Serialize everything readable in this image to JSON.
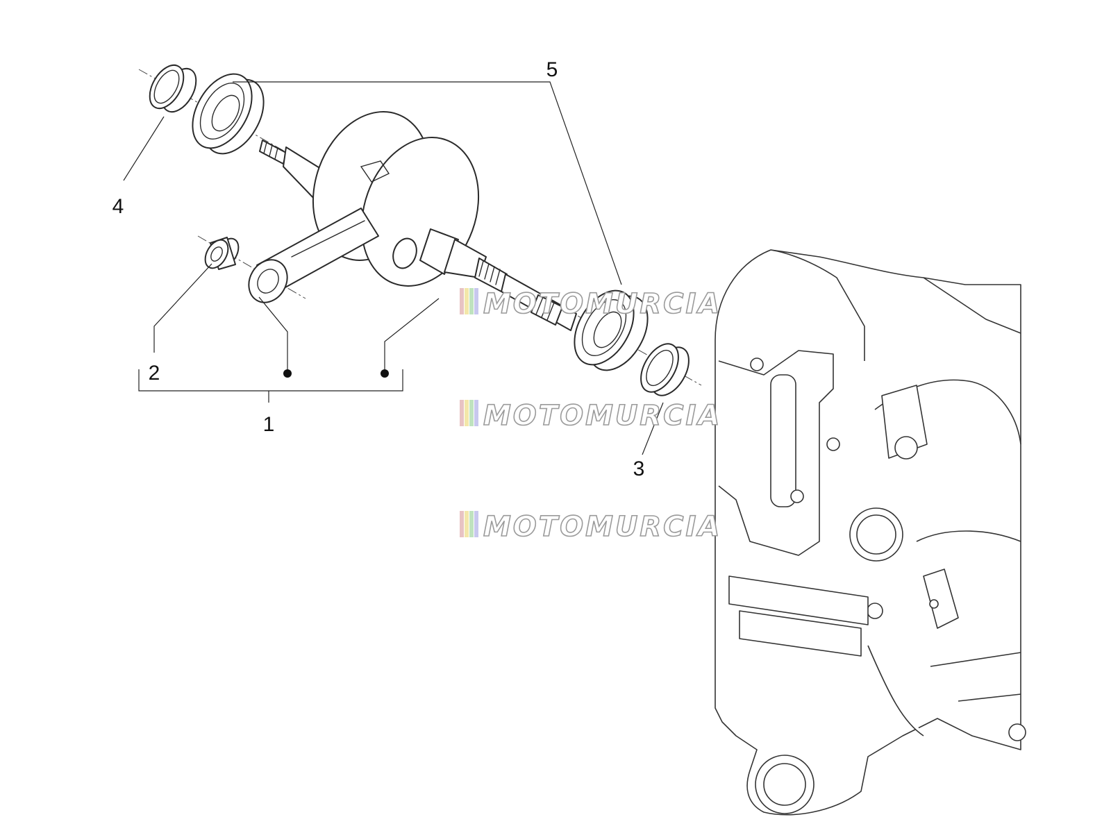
{
  "callouts": {
    "c1": "1",
    "c2": "2",
    "c3": "3",
    "c4": "4",
    "c5": "5"
  },
  "watermark": {
    "text": "MOTOMURCIA",
    "stripe_colors": [
      "#e8c3c3",
      "#f3e7a9",
      "#bfe2bf",
      "#c8c8ee"
    ]
  },
  "colors": {
    "line": "#2a2a2a",
    "background": "#ffffff"
  }
}
